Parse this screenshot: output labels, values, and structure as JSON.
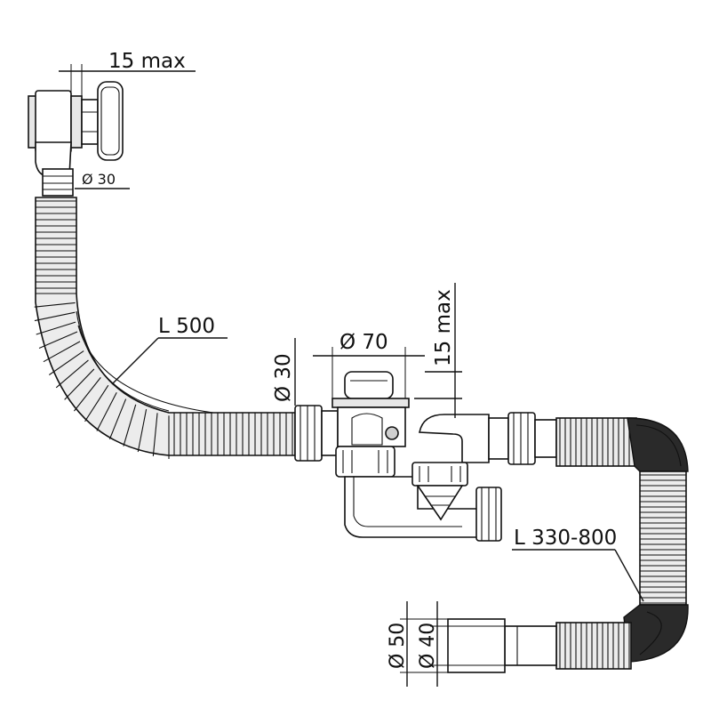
{
  "labels": {
    "overflow_gap": "15 max",
    "overflow_diameter": "Ø 30",
    "overflow_hose_length": "L 500",
    "inlet_diameter": "Ø 30",
    "drain_diameter": "Ø 70",
    "drain_gap": "15 max",
    "outlet_hose_length": "L 330-800",
    "outlet_outer_diameter": "Ø 50",
    "outlet_inner_diameter": "Ø 40"
  },
  "colors": {
    "line": "#111111",
    "fill_light": "#ececec",
    "fill_dark": "#2a2a2a",
    "background": "#ffffff"
  }
}
